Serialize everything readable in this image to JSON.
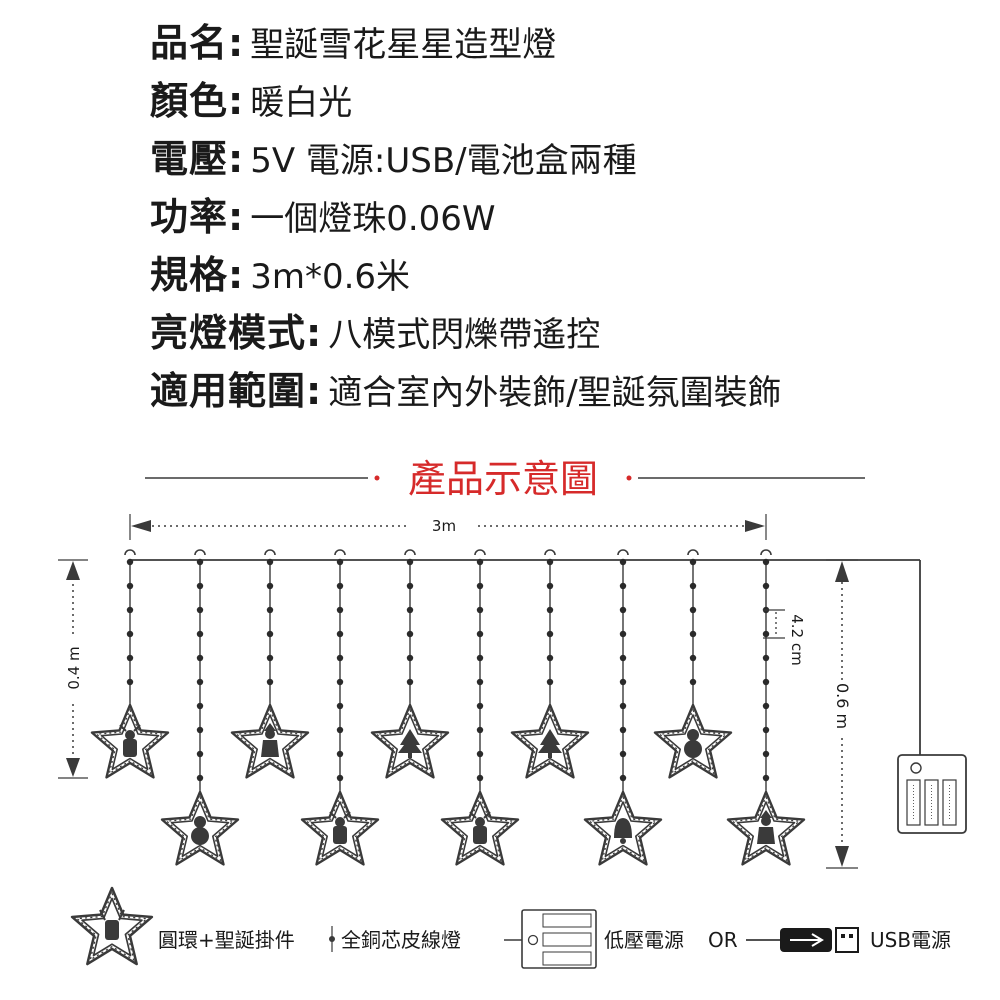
{
  "specs": [
    {
      "label": "品名:",
      "value": "聖誕雪花星星造型燈"
    },
    {
      "label": "顏色:",
      "value": "暖白光"
    },
    {
      "label": "電壓:",
      "value": "5V 電源:USB/電池盒兩種"
    },
    {
      "label": "功率:",
      "value": "一個燈珠0.06W"
    },
    {
      "label": "規格:",
      "value": "3m*0.6米"
    },
    {
      "label": "亮燈模式:",
      "value": "八模式閃爍帶遙控"
    },
    {
      "label": "適用範圍:",
      "value": "適合室內外裝飾/聖誕氛圍裝飾"
    }
  ],
  "diagram": {
    "title": "產品示意圖",
    "width_label": "3m",
    "short_drop_label": "0.4 m",
    "spacing_label": "4.2 cm",
    "long_drop_label": "0.6 m",
    "star_icons": [
      "reindeer-icon",
      "snowman-icon",
      "santa-icon",
      "reindeer-icon",
      "tree-icon",
      "reindeer-icon",
      "tree-icon",
      "bell-icon",
      "snowman-icon",
      "santa-icon"
    ]
  },
  "legend": {
    "ring_label": "圓環+聖誕掛件",
    "wire_label": "全銅芯皮線燈",
    "battery_label": "低壓電源",
    "or_label": "OR",
    "usb_label": "USB電源"
  },
  "colors": {
    "title_red": "#d62a2a",
    "line": "#3a3a3a",
    "text": "#1a1a1a"
  }
}
